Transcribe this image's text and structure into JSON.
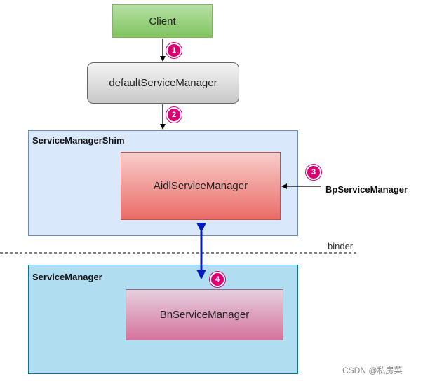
{
  "nodes": {
    "client": "Client",
    "default_service_manager": "defaultServiceManager",
    "aidl_service_manager": "AidlServiceManager",
    "bn_service_manager": "BnServiceManager"
  },
  "groups": {
    "shim": "ServiceManagerShim",
    "service_manager": "ServiceManager"
  },
  "labels": {
    "bp_service_manager": "BpServiceManager",
    "binder": "binder"
  },
  "badges": [
    "1",
    "2",
    "3",
    "4"
  ],
  "watermark": "CSDN @私房菜",
  "colors": {
    "badge": "#d80073",
    "binder_arrow": "#001dbc"
  }
}
